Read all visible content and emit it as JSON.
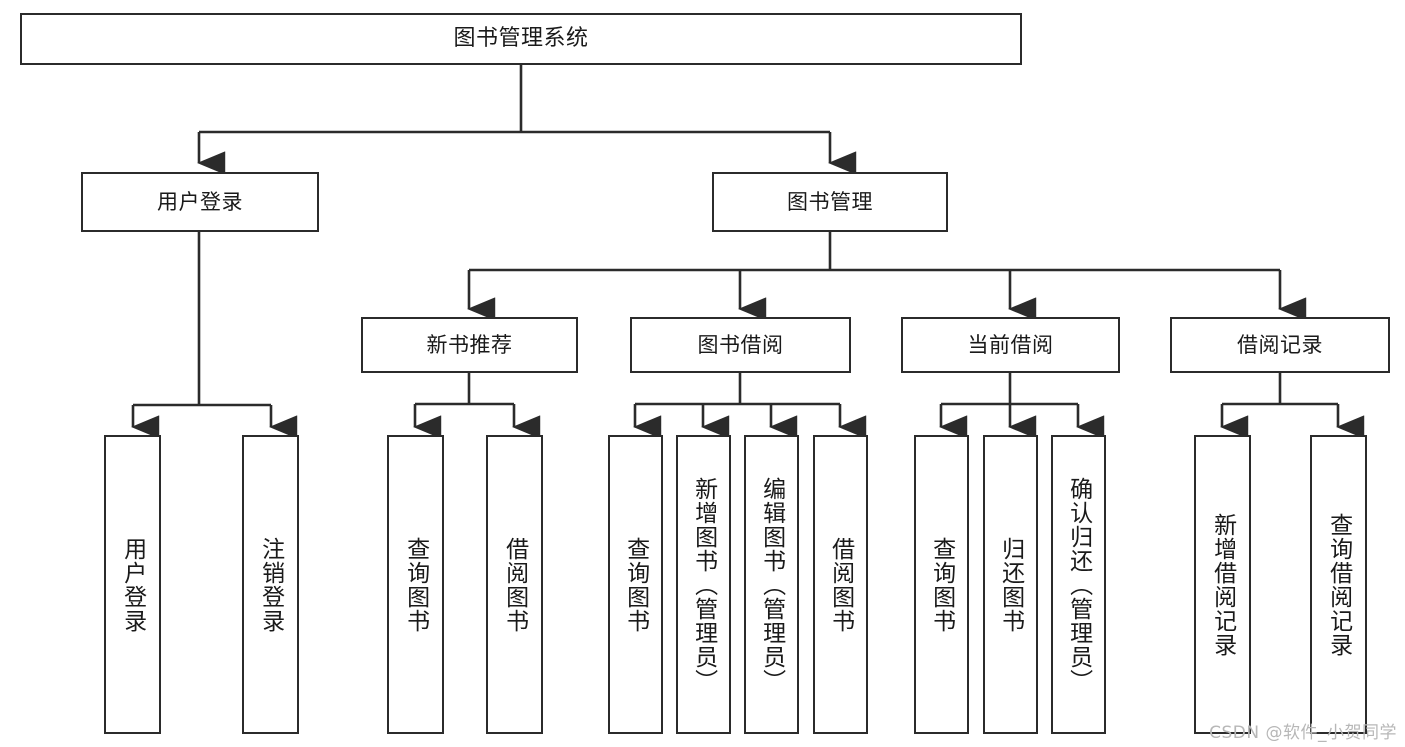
{
  "diagram": {
    "title": "图书管理系统",
    "type": "tree-hierarchy-chart",
    "stroke_color": "#2b2b2b",
    "background_color": "#ffffff",
    "root": {
      "id": "root",
      "label": "图书管理系统"
    },
    "level1": [
      {
        "id": "user-login",
        "label": "用户登录"
      },
      {
        "id": "book-manage",
        "label": "图书管理"
      }
    ],
    "level2": [
      {
        "id": "new-book-recommend",
        "label": "新书推荐",
        "parent": "book-manage"
      },
      {
        "id": "book-borrow",
        "label": "图书借阅",
        "parent": "book-manage"
      },
      {
        "id": "current-borrow",
        "label": "当前借阅",
        "parent": "book-manage"
      },
      {
        "id": "borrow-record",
        "label": "借阅记录",
        "parent": "book-manage"
      }
    ],
    "leaves": [
      {
        "id": "leaf-user-login",
        "label": "用户登录",
        "parent": "user-login"
      },
      {
        "id": "leaf-logout",
        "label": "注销登录",
        "parent": "user-login"
      },
      {
        "id": "leaf-query-book-1",
        "label": "查询图书",
        "parent": "new-book-recommend"
      },
      {
        "id": "leaf-borrow-book-1",
        "label": "借阅图书",
        "parent": "new-book-recommend"
      },
      {
        "id": "leaf-query-book-2",
        "label": "查询图书",
        "parent": "book-borrow"
      },
      {
        "id": "leaf-add-book",
        "label": "新增图书（管理员）",
        "parent": "book-borrow"
      },
      {
        "id": "leaf-edit-book",
        "label": "编辑图书（管理员）",
        "parent": "book-borrow"
      },
      {
        "id": "leaf-borrow-book-2",
        "label": "借阅图书",
        "parent": "book-borrow"
      },
      {
        "id": "leaf-query-book-3",
        "label": "查询图书",
        "parent": "current-borrow"
      },
      {
        "id": "leaf-return-book",
        "label": "归还图书",
        "parent": "current-borrow"
      },
      {
        "id": "leaf-confirm-return",
        "label": "确认归还（管理员）",
        "parent": "current-borrow"
      },
      {
        "id": "leaf-add-record",
        "label": "新增借阅记录",
        "parent": "borrow-record"
      },
      {
        "id": "leaf-query-record",
        "label": "查询借阅记录",
        "parent": "borrow-record"
      }
    ]
  },
  "watermark": {
    "text": "CSDN @软件_小贺同学"
  }
}
